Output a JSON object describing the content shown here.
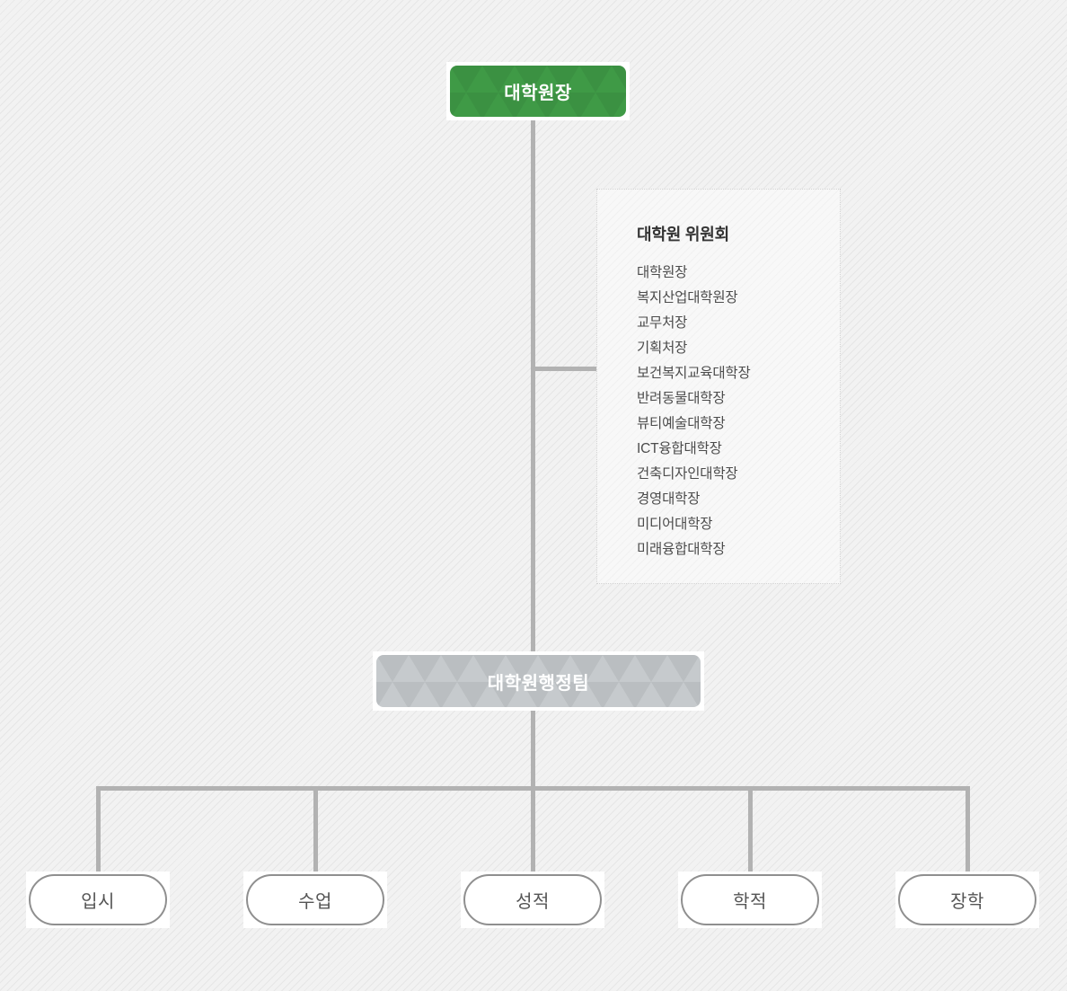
{
  "org_chart": {
    "root": {
      "label": "대학원장"
    },
    "committee": {
      "title": "대학원 위원회",
      "members": [
        "대학원장",
        "복지산업대학원장",
        "교무처장",
        "기획처장",
        "보건복지교육대학장",
        "반려동물대학장",
        "뷰티예술대학장",
        "ICT융합대학장",
        "건축디자인대학장",
        "경영대학장",
        "미디어대학장",
        "미래융합대학장"
      ]
    },
    "admin_team": {
      "label": "대학원행정팀"
    },
    "departments": [
      {
        "label": "입시"
      },
      {
        "label": "수업"
      },
      {
        "label": "성적"
      },
      {
        "label": "학적"
      },
      {
        "label": "장학"
      }
    ]
  },
  "colors": {
    "root_box": "#3f9a46",
    "admin_box": "#c6cacd",
    "connector": "#b2b2b2",
    "pill_border": "#8f8f8f",
    "pill_text": "#555555",
    "committee_title_text": "#333333",
    "committee_member_text": "#4c4c4c",
    "background_base": "#f2f2f2",
    "background_stripe": "#e5e5e5"
  }
}
